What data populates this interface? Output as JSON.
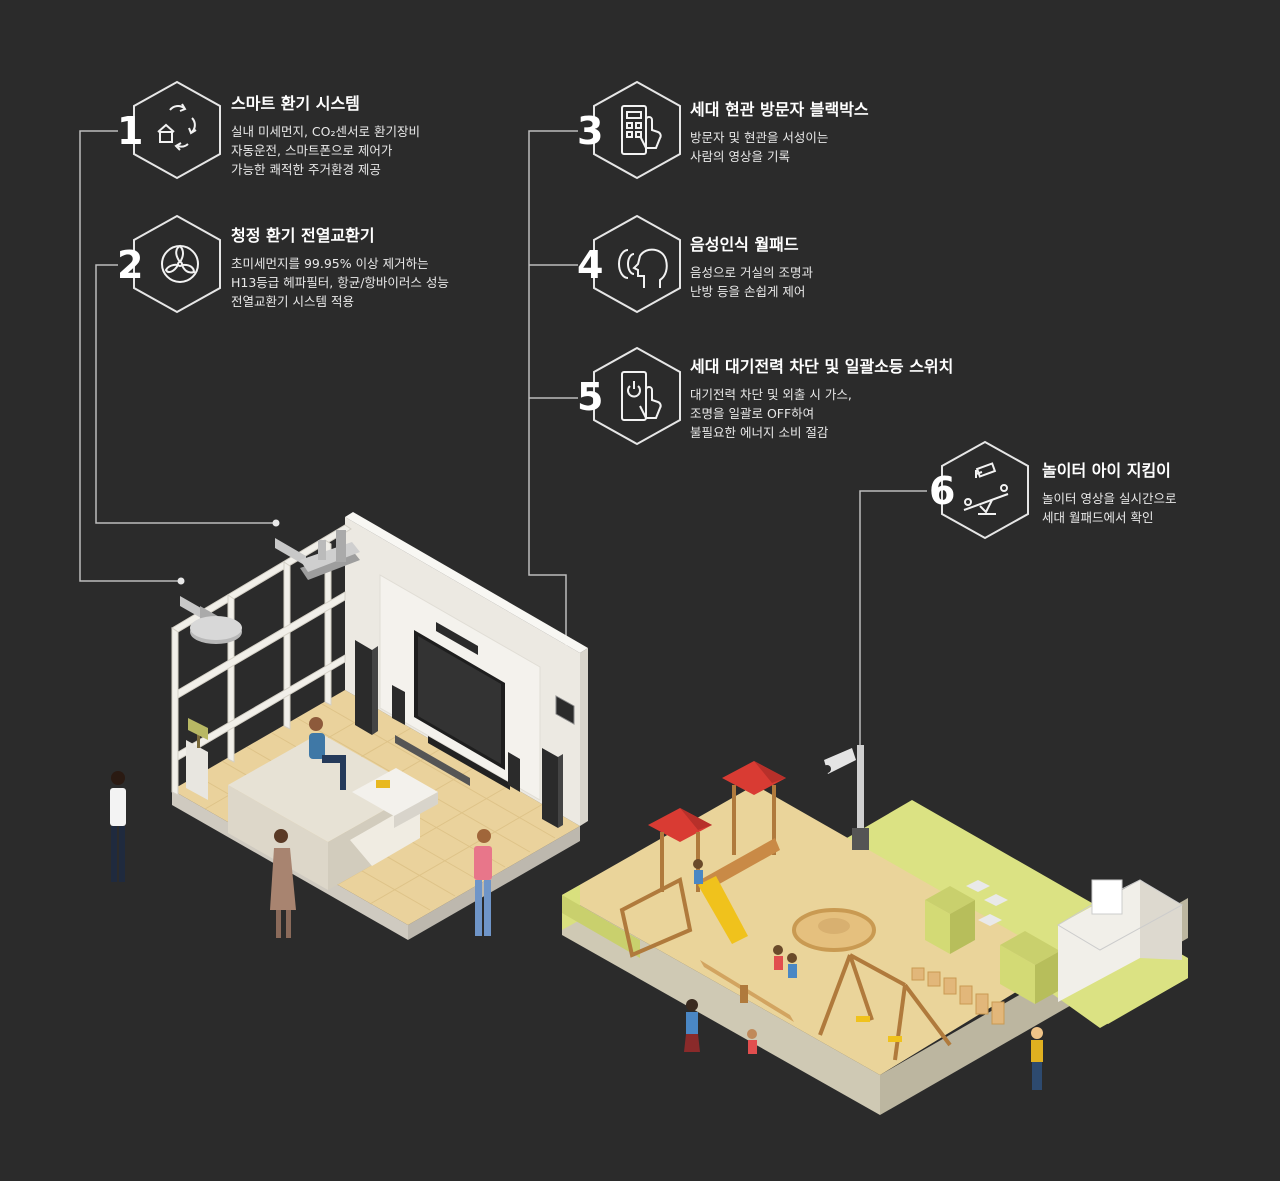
{
  "features": [
    {
      "num": "1",
      "title": "스마트 환기 시스템",
      "desc": [
        "실내 미세먼지, CO₂센서로 환기장비",
        "자동운전, 스마트폰으로 제어가",
        "가능한 쾌적한 주거환경 제공"
      ],
      "icon": "smart-ventilation-icon"
    },
    {
      "num": "2",
      "title": "청정 환기 전열교환기",
      "desc": [
        "초미세먼지를 99.95% 이상 제거하는",
        "H13등급 헤파필터, 항균/항바이러스 성능",
        "전열교환기 시스템 적용"
      ],
      "icon": "fan-icon"
    },
    {
      "num": "3",
      "title": "세대 현관 방문자 블랙박스",
      "desc": [
        "방문자 및 현관을 서성이는",
        "사람의 영상을 기록"
      ],
      "icon": "keypad-touch-icon"
    },
    {
      "num": "4",
      "title": "음성인식 월패드",
      "desc": [
        "음성으로 거실의 조명과",
        "난방 등을 손쉽게 제어"
      ],
      "icon": "voice-recognition-icon"
    },
    {
      "num": "5",
      "title": "세대 대기전력 차단 및 일괄소등 스위치",
      "desc": [
        "대기전력 차단 및 외출 시 가스,",
        "조명을 일괄로 OFF하여",
        "불필요한 에너지 소비 절감"
      ],
      "icon": "power-switch-icon"
    },
    {
      "num": "6",
      "title": "놀이터 아이 지킴이",
      "desc": [
        "놀이터 영상을 실시간으로",
        "세대 월패드에서 확인"
      ],
      "icon": "cctv-playground-icon"
    }
  ],
  "colors": {
    "background": "#2b2b2b",
    "line": "#bdbdbd",
    "wall": "#f1efe9",
    "floor": "#e9d19a",
    "grass": "#d9e07e",
    "roof": "#d93b33"
  }
}
